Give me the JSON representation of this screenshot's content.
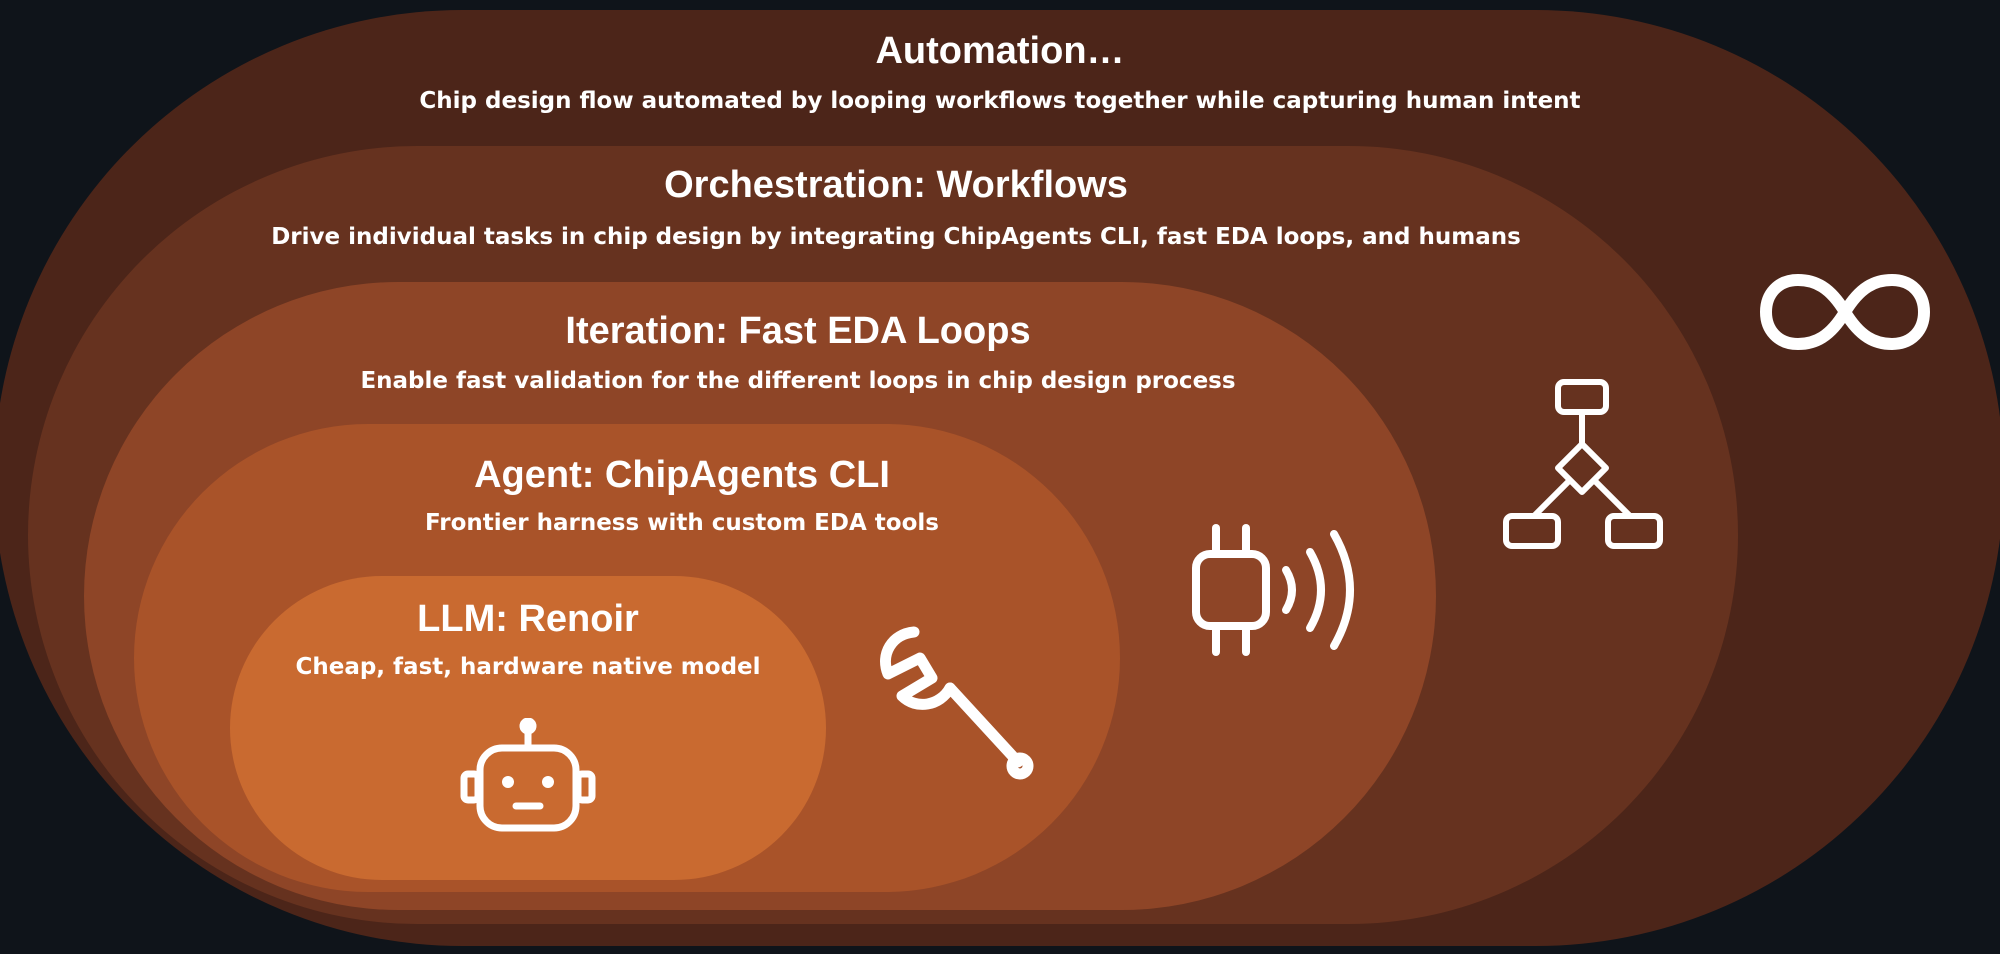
{
  "layers": [
    {
      "title": "Automation…",
      "subtitle": "Chip design flow automated by looping workflows together while capturing human intent",
      "icon": "infinity-icon"
    },
    {
      "title": "Orchestration: Workflows",
      "subtitle": "Drive individual tasks in chip design by integrating ChipAgents CLI, fast EDA loops, and humans",
      "icon": "workflow-icon"
    },
    {
      "title": "Iteration: Fast EDA Loops",
      "subtitle": "Enable fast validation for the different loops in chip design process",
      "icon": "chip-signal-icon"
    },
    {
      "title": "Agent: ChipAgents CLI",
      "subtitle": "Frontier harness with custom EDA tools",
      "icon": "wrench-icon"
    },
    {
      "title": "LLM: Renoir",
      "subtitle": "Cheap, fast, hardware native model",
      "icon": "robot-icon"
    }
  ],
  "colors": {
    "background": "#0f141a",
    "layer_automation": "#4c2519",
    "layer_orchestration": "#66321f",
    "layer_iteration": "#8e4527",
    "layer_agent": "#a95329",
    "layer_llm": "#c96a30",
    "text": "#ffffff"
  }
}
